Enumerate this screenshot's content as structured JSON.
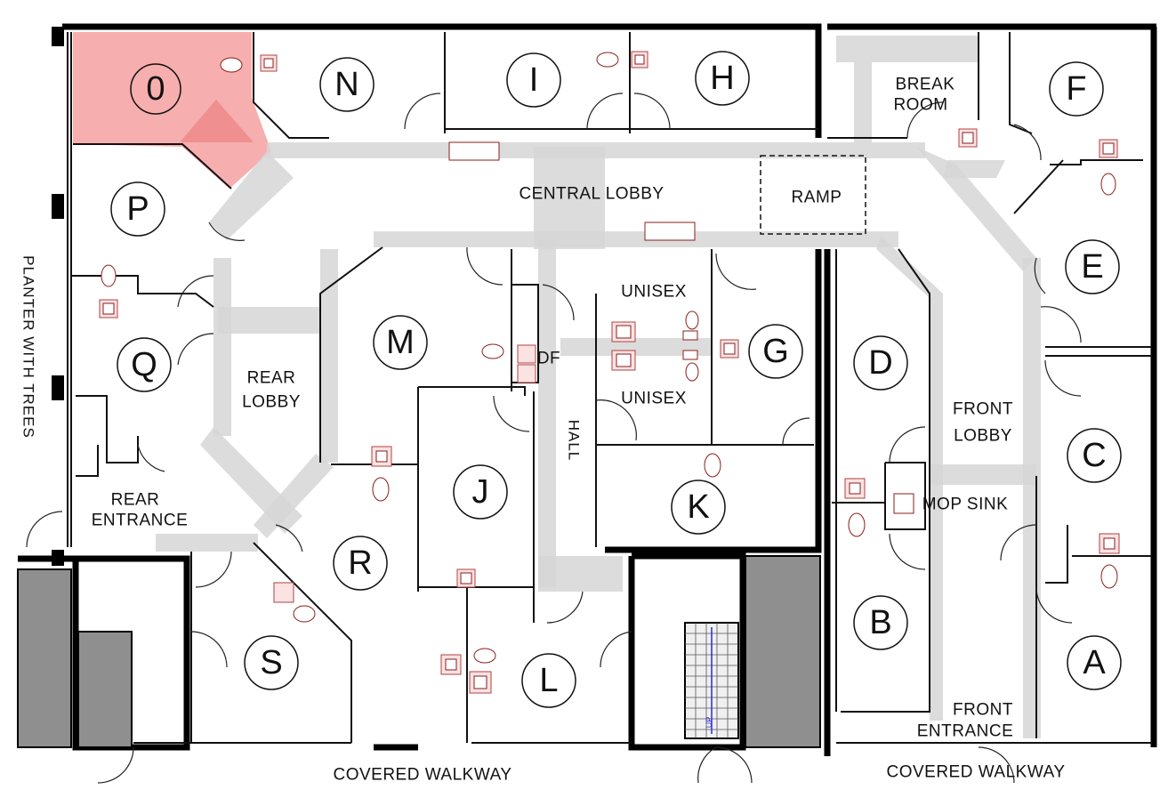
{
  "colors": {
    "highlight_room": "#f6a5a5",
    "corridor": "#d6d6d6",
    "fixture": "#b04040",
    "gray_block": "#8f8f8f"
  },
  "rooms": {
    "O": "0",
    "N": "N",
    "I": "I",
    "H": "H",
    "F": "F",
    "P": "P",
    "Q": "Q",
    "M": "M",
    "G": "G",
    "D": "D",
    "E": "E",
    "C": "C",
    "J": "J",
    "K": "K",
    "R": "R",
    "S": "S",
    "L": "L",
    "B": "B",
    "A": "A"
  },
  "labels": {
    "break_room_1": "BREAK",
    "break_room_2": "ROOM",
    "central_lobby": "CENTRAL LOBBY",
    "ramp": "RAMP",
    "unisex_top": "UNISEX",
    "unisex_bottom": "UNISEX",
    "df": "DF",
    "hall": "HALL",
    "rear_lobby_1": "REAR",
    "rear_lobby_2": "LOBBY",
    "front_lobby_1": "FRONT",
    "front_lobby_2": "LOBBY",
    "mop_sink": "MOP SINK",
    "rear_entrance_1": "REAR",
    "rear_entrance_2": "ENTRANCE",
    "front_entrance_1": "FRONT",
    "front_entrance_2": "ENTRANCE",
    "planter": "PLANTER WITH TREES",
    "covered_walkway_left": "COVERED WALKWAY",
    "covered_walkway_right": "COVERED WALKWAY",
    "stair_up": "UP"
  }
}
